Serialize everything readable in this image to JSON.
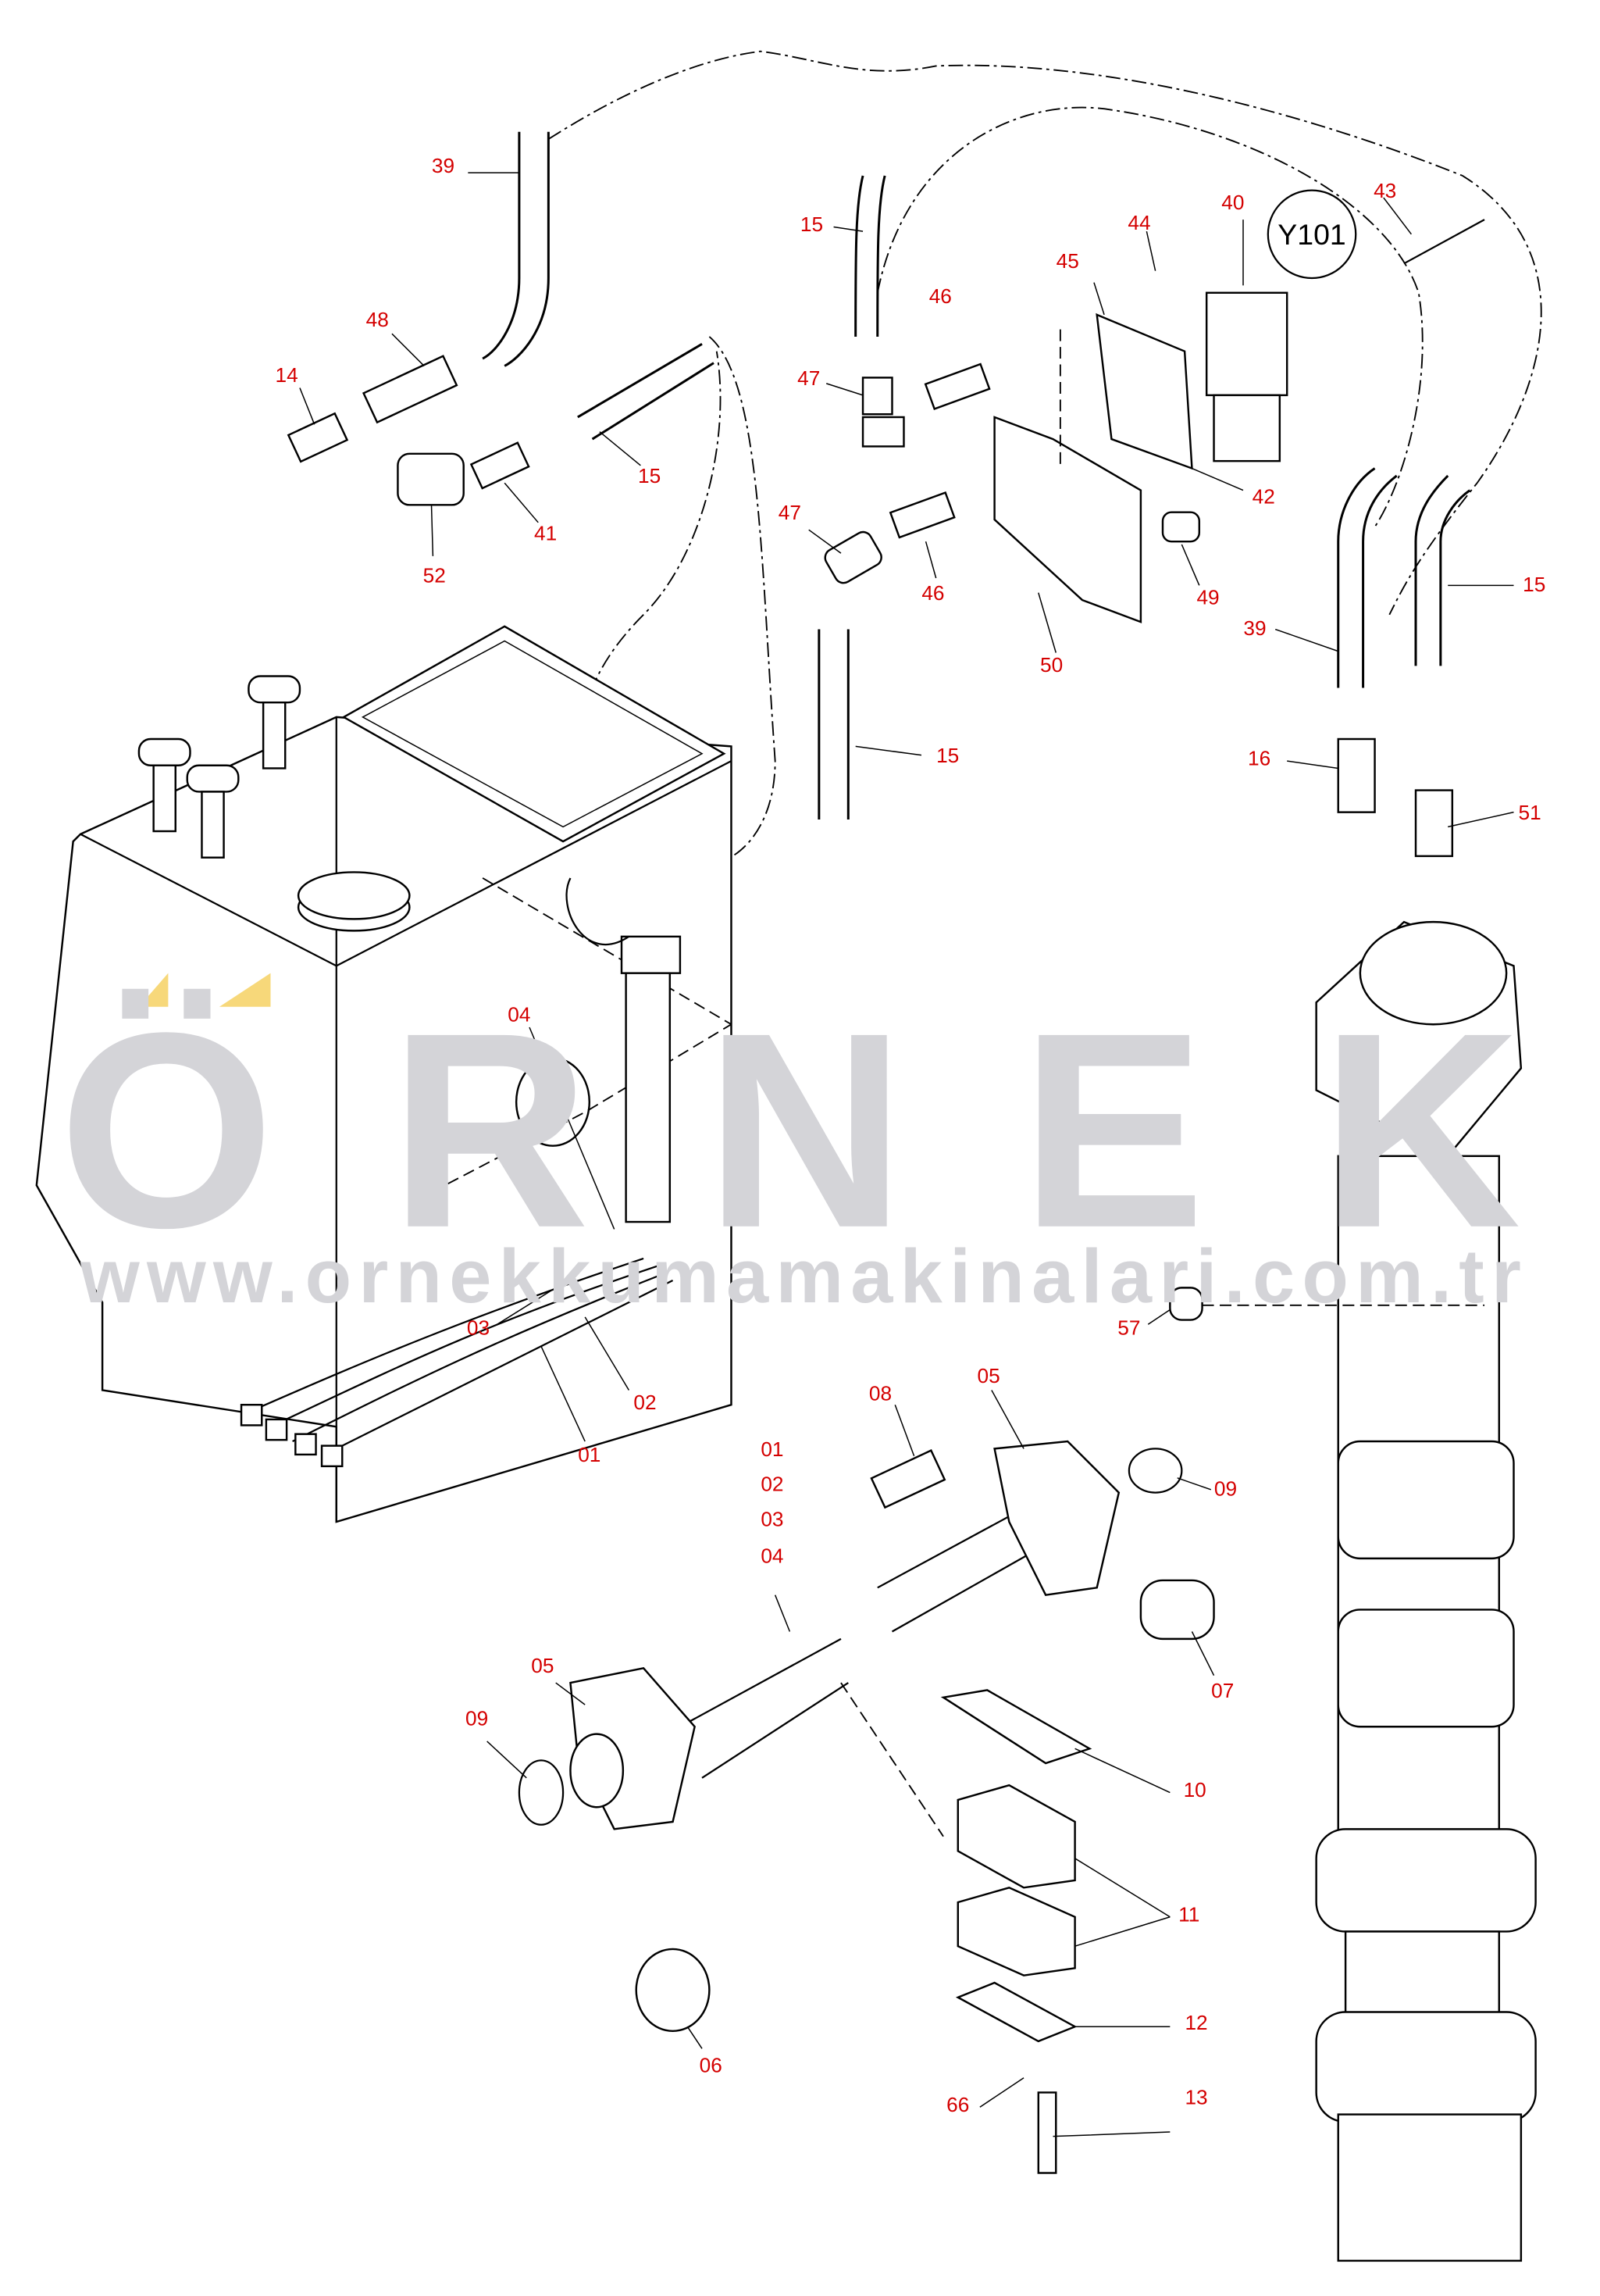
{
  "diagram": {
    "solenoid_tag": "Y101",
    "labels": [
      "39",
      "15",
      "40",
      "43",
      "44",
      "45",
      "46",
      "48",
      "14",
      "47",
      "15",
      "41",
      "52",
      "42",
      "47",
      "46",
      "49",
      "50",
      "15",
      "39",
      "16",
      "15",
      "51",
      "57",
      "04",
      "03",
      "02",
      "01",
      "08",
      "05",
      "09",
      "01",
      "02",
      "03",
      "04",
      "05",
      "09",
      "07",
      "10",
      "11",
      "12",
      "13",
      "66",
      "06"
    ]
  },
  "watermark": {
    "brand": "ÖRNEK",
    "url": "www.ornekkumamakinalari.com.tr"
  },
  "colors": {
    "label": "#d40000",
    "watermark": "#d4d4d8",
    "watermark_accent": "#f7d87a"
  }
}
